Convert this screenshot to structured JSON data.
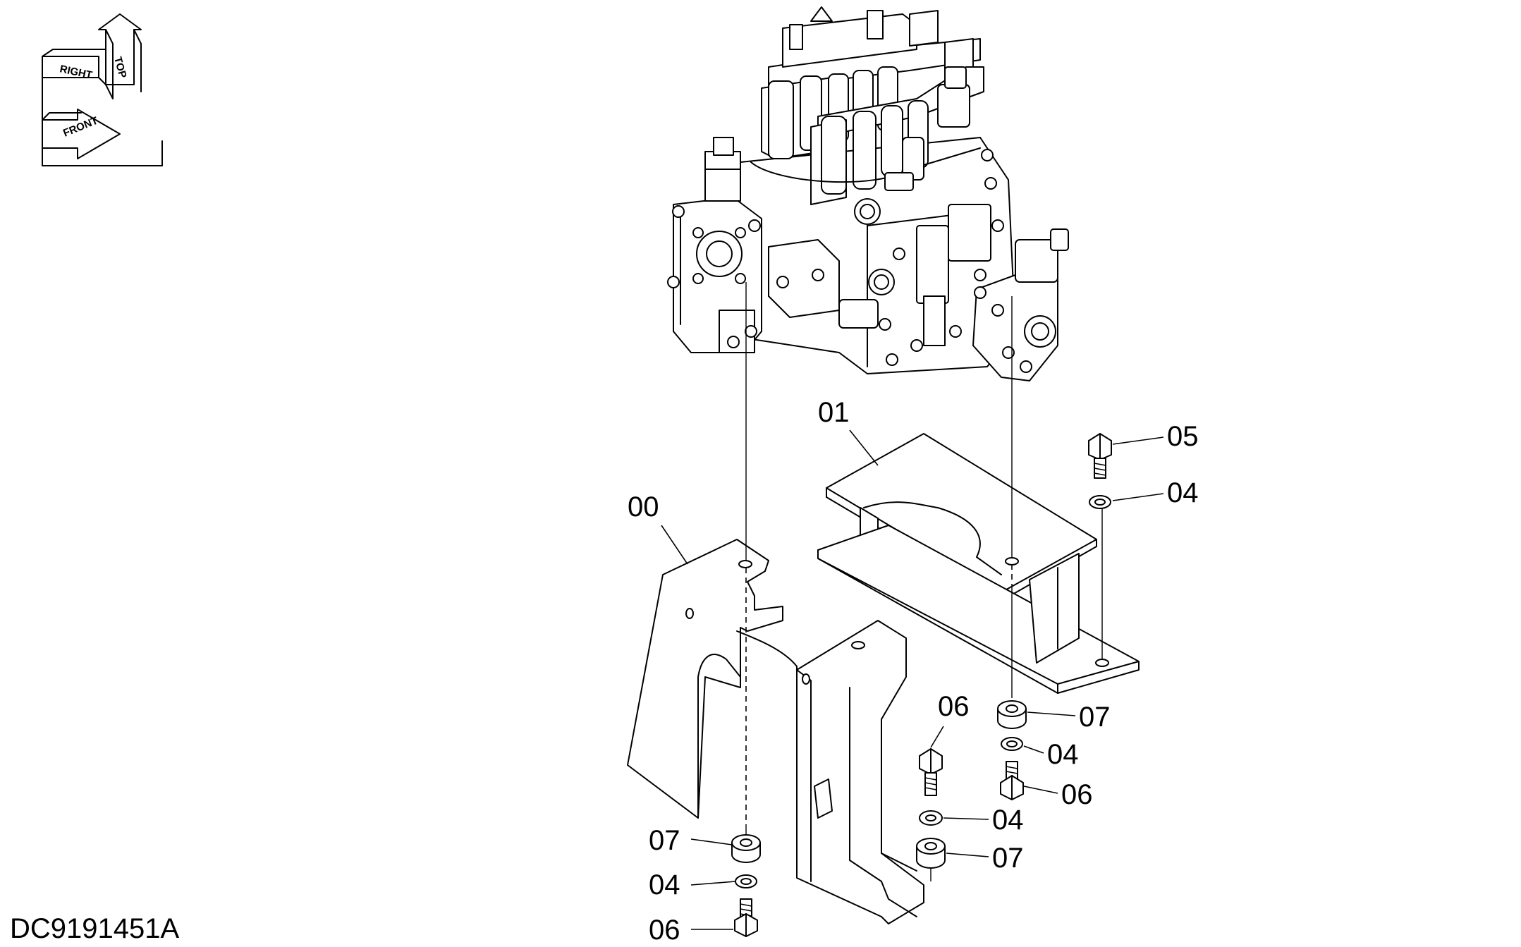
{
  "drawing": {
    "code": "DC9191451A"
  },
  "orientation": {
    "top_label": "TOP",
    "right_label": "RIGHT",
    "front_label": "FRONT"
  },
  "callouts": [
    {
      "id": "c00",
      "label": "00"
    },
    {
      "id": "c01",
      "label": "01"
    },
    {
      "id": "c05",
      "label": "05"
    },
    {
      "id": "c04a",
      "label": "04"
    },
    {
      "id": "c06a",
      "label": "06"
    },
    {
      "id": "c07a",
      "label": "07"
    },
    {
      "id": "c04b",
      "label": "04"
    },
    {
      "id": "c06b",
      "label": "06"
    },
    {
      "id": "c04c",
      "label": "04"
    },
    {
      "id": "c07b",
      "label": "07"
    },
    {
      "id": "c07c",
      "label": "07"
    },
    {
      "id": "c04d",
      "label": "04"
    },
    {
      "id": "c06c",
      "label": "06"
    }
  ]
}
